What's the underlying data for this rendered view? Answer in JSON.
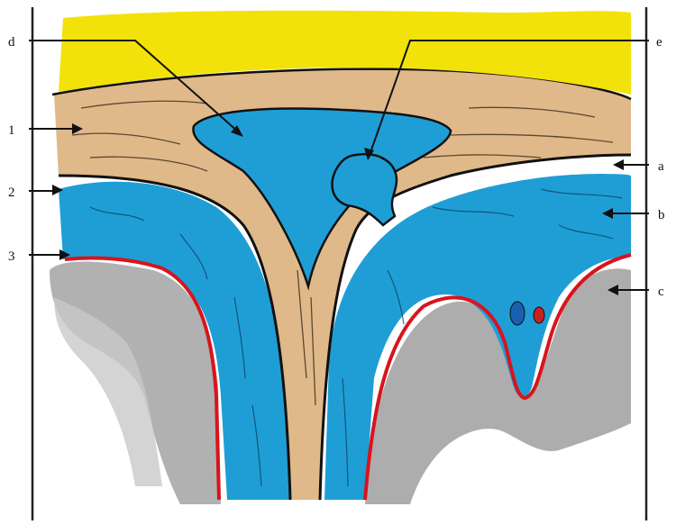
{
  "labels": {
    "d": "d",
    "e": "e",
    "n1": "1",
    "a": "a",
    "n2": "2",
    "b": "b",
    "n3": "3",
    "c": "c"
  },
  "colors": {
    "yellow": "#f2e20a",
    "dura": "#e0b98a",
    "blue": "#1f9ed6",
    "red": "#d8141c",
    "gray": "#a6a6a6",
    "outline": "#111111",
    "white": "#ffffff"
  }
}
